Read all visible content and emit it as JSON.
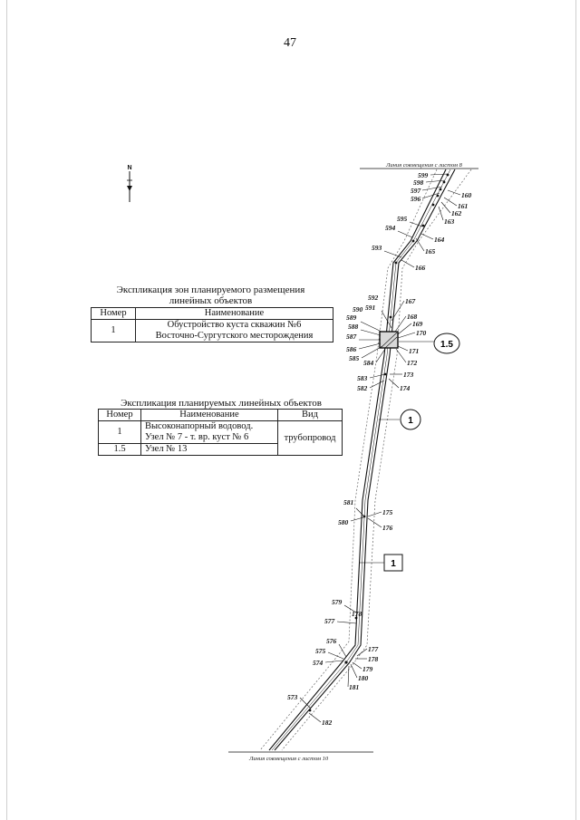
{
  "page_number": "47",
  "north_label": "N",
  "match_line_top": "Линия совмещения с листом 8",
  "match_line_bottom": "Линия совмещения с листом 10",
  "zones_table": {
    "caption_line1": "Экспликация зон планируемого размещения",
    "caption_line2": "линейных объектов",
    "headers": [
      "Номер",
      "Наименование"
    ],
    "row": {
      "number": "1",
      "name_line1": "Обустройство куста скважин №6",
      "name_line2": "Восточно-Сургутского месторождения"
    }
  },
  "objects_table": {
    "caption": "Экспликация планируемых линейных объектов",
    "headers": [
      "Номер",
      "Наименование",
      "Вид"
    ],
    "rows": [
      {
        "number": "1",
        "name_line1": "Высоконапорный водовод.",
        "name_line2": "Узел № 7 - т. вр. куст № 6"
      },
      {
        "number": "1.5",
        "name_line1": "Узел № 13"
      }
    ],
    "kind": "трубопровод"
  },
  "callouts": {
    "node_label": "1.5",
    "line_label": "1",
    "zone_label": "1"
  },
  "points_left": [
    "599",
    "598",
    "597",
    "596",
    "595",
    "594",
    "593",
    "592",
    "591",
    "590",
    "589",
    "588",
    "587",
    "586",
    "585",
    "584",
    "583",
    "582",
    "581",
    "580",
    "579",
    "577",
    "576",
    "575",
    "574",
    "573"
  ],
  "points_right": [
    "160",
    "161",
    "162",
    "163",
    "164",
    "165",
    "166",
    "167",
    "168",
    "169",
    "170",
    "171",
    "172",
    "173",
    "174",
    "175",
    "176",
    "178",
    "177",
    "178",
    "179",
    "180",
    "181",
    "182"
  ]
}
